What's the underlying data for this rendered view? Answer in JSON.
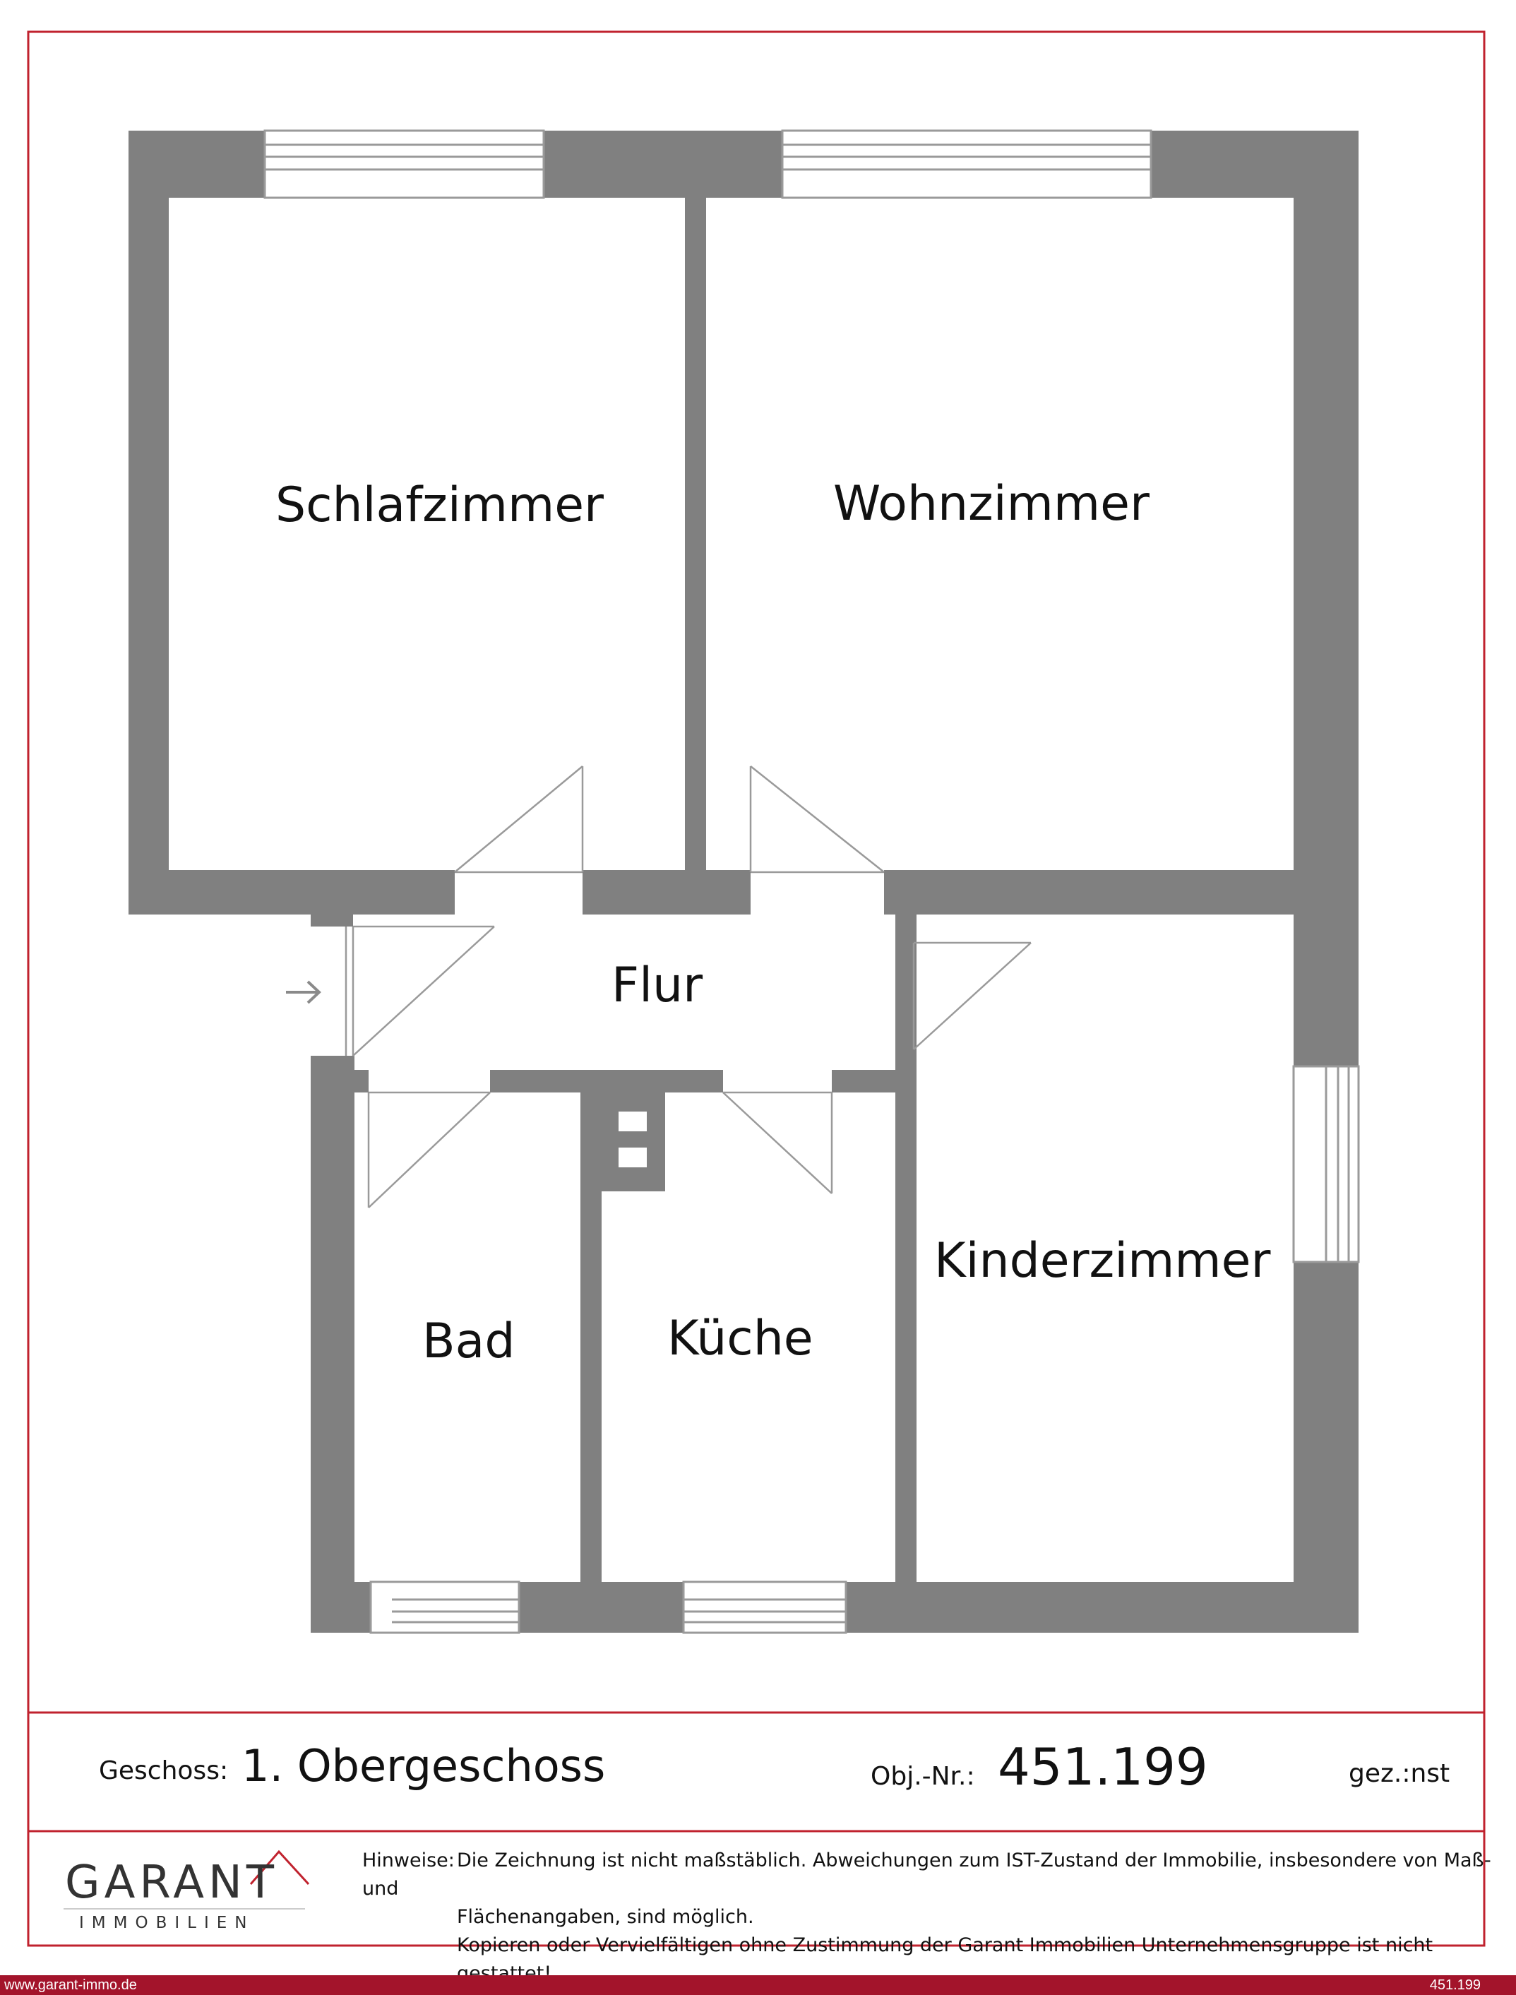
{
  "colors": {
    "frame": "#c0222e",
    "wall": "#808080",
    "door_line": "#9a9a9a",
    "window_line": "#9a9a9a",
    "footer_bar": "#a3142b",
    "text": "#111111"
  },
  "rooms": {
    "schlafzimmer": "Schlafzimmer",
    "wohnzimmer": "Wohnzimmer",
    "flur": "Flur",
    "kinderzimmer": "Kinderzimmer",
    "bad": "Bad",
    "kueche": "Küche"
  },
  "entrance_arrow_icon": "arrow-right-icon",
  "footer": {
    "floor_label": "Geschoss:",
    "floor_value": "1. Obergeschoss",
    "object_label": "Obj.-Nr.:",
    "object_value": "451.199",
    "drawn_by": "gez.:nst"
  },
  "logo": {
    "name": "GARANT",
    "sub": "IMMOBILIEN"
  },
  "notes": {
    "label": "Hinweise:",
    "line1": "Die Zeichnung ist nicht maßstäblich. Abweichungen zum IST-Zustand der Immobilie, insbesondere von Maß- und",
    "line2": "Flächenangaben, sind möglich.",
    "line3": "Kopieren oder Vervielfältigen ohne Zustimmung der Garant Immobilien Unternehmensgruppe ist nicht gestattet!"
  },
  "bottom_bar": {
    "website": "www.garant-immo.de",
    "object_number": "451.199"
  }
}
